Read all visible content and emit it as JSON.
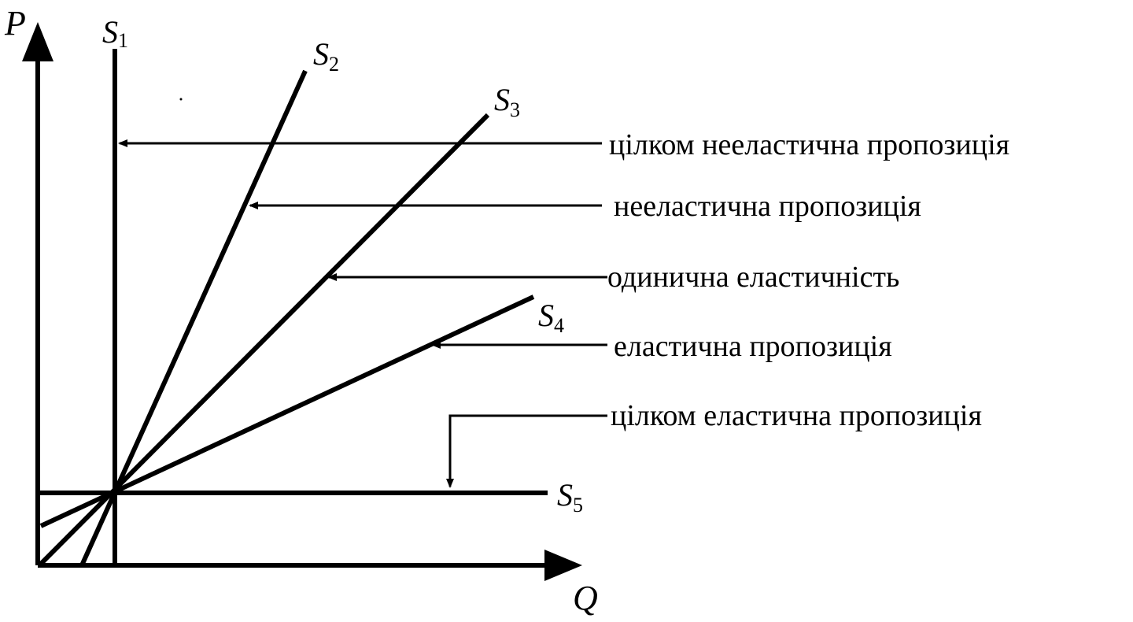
{
  "axes": {
    "y_label": "P",
    "x_label": "Q"
  },
  "curves": [
    {
      "id": "s1",
      "letter": "S",
      "sub": "1"
    },
    {
      "id": "s2",
      "letter": "S",
      "sub": "2"
    },
    {
      "id": "s3",
      "letter": "S",
      "sub": "3"
    },
    {
      "id": "s4",
      "letter": "S",
      "sub": "4"
    },
    {
      "id": "s5",
      "letter": "S",
      "sub": "5"
    }
  ],
  "annotations": [
    {
      "id": "perfectly-inelastic",
      "text": "цілком нееластична пропозиція"
    },
    {
      "id": "inelastic",
      "text": "нееластична пропозиція"
    },
    {
      "id": "unit-elastic",
      "text": "одинична еластичність"
    },
    {
      "id": "elastic",
      "text": "еластична пропозиція"
    },
    {
      "id": "perfectly-elastic",
      "text": "цілком еластична пропозиція"
    }
  ]
}
